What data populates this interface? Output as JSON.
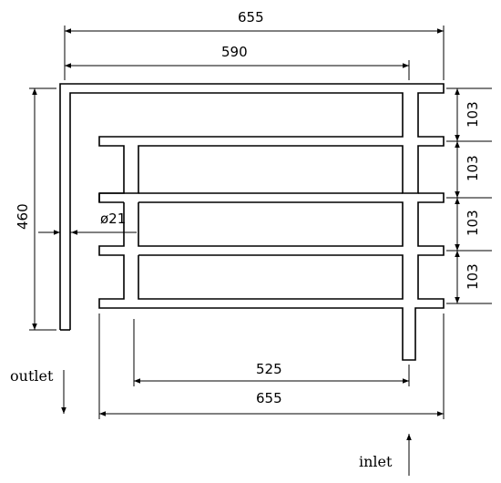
{
  "drawing": {
    "dimensions": {
      "top_overall": "655",
      "top_inner": "590",
      "bottom_inner": "525",
      "bottom_overall": "655",
      "height_left": "460",
      "pipe_diameter": "ø21",
      "spacing_1": "103",
      "spacing_2": "103",
      "spacing_3": "103",
      "spacing_4": "103"
    },
    "labels": {
      "outlet": "outlet",
      "inlet": "inlet"
    }
  }
}
